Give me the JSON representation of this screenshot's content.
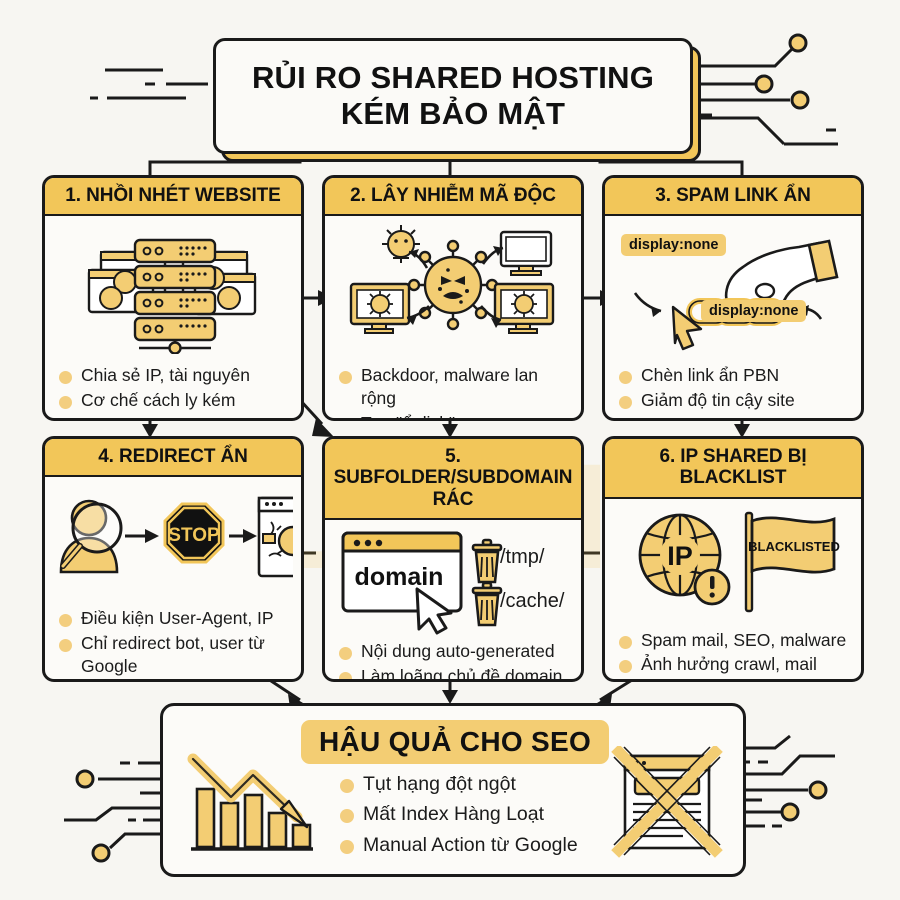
{
  "title": {
    "line1": "RỦI RO SHARED HOSTING",
    "line2": "KÉM BẢO MẬT"
  },
  "cards": [
    {
      "id": "card-1",
      "heading": "1. NHỒI NHÉT WEBSITE",
      "icon": "server-rack-websites-icon",
      "bullets": [
        "Chia sẻ IP, tài nguyên",
        "Cơ chế cách ly kém"
      ]
    },
    {
      "id": "card-2",
      "heading": "2. LÂY NHIỄM MÃ ĐỘC",
      "icon": "virus-spreading-monitors-icon",
      "bullets": [
        "Backdoor, malware lan rộng",
        "Tạo \"ổ dịch\""
      ]
    },
    {
      "id": "card-3",
      "heading": "3. SPAM LINK ẨN",
      "icon": "hand-hidden-chain-link-icon",
      "badge1": "display:none",
      "badge2": "display:none",
      "bullets": [
        "Chèn link ẩn PBN",
        "Giảm độ tin cậy site"
      ]
    },
    {
      "id": "card-4",
      "heading": "4. REDIRECT ẨN",
      "icon": "user-magnifier-stop-browser-icon",
      "bullets": [
        "Điều kiện User-Agent, IP",
        "Chỉ redirect bot, user từ Google"
      ]
    },
    {
      "id": "card-5",
      "heading": "5. SUBFOLDER/SUBDOMAIN RÁC",
      "icon": "browser-domain-trash-icon",
      "browser_label": "domain",
      "trash1": "/tmp/",
      "trash2": "/cache/",
      "bullets": [
        "Nội dung auto-generated",
        "Làm loãng chủ đề domain"
      ]
    },
    {
      "id": "card-6",
      "heading": "6. IP SHARED BỊ BLACKLIST",
      "icon": "ip-globe-blacklisted-flag-icon",
      "globe_label": "IP",
      "flag_label": "BLACKLISTED",
      "bullets": [
        "Spam mail, SEO, malware",
        "Ảnh hưởng crawl, mail delivery"
      ]
    }
  ],
  "conclusion": {
    "heading": "HẬU QUẢ CHO SEO",
    "bullets": [
      "Tụt hạng đột ngột",
      "Mất Index Hàng Loạt",
      "Manual Action từ Google"
    ],
    "left_icon": "declining-bar-chart-icon",
    "right_icon": "crossed-out-document-icon"
  },
  "colors": {
    "accent": "#f2c659",
    "accent_light": "#f3ce7f",
    "ink": "#1a1a1a",
    "background": "#f7f6f2",
    "card_bg": "#fcfbf8"
  },
  "decor": {
    "name": "circuit-trace-decoration"
  },
  "watermark": "LIGHT"
}
